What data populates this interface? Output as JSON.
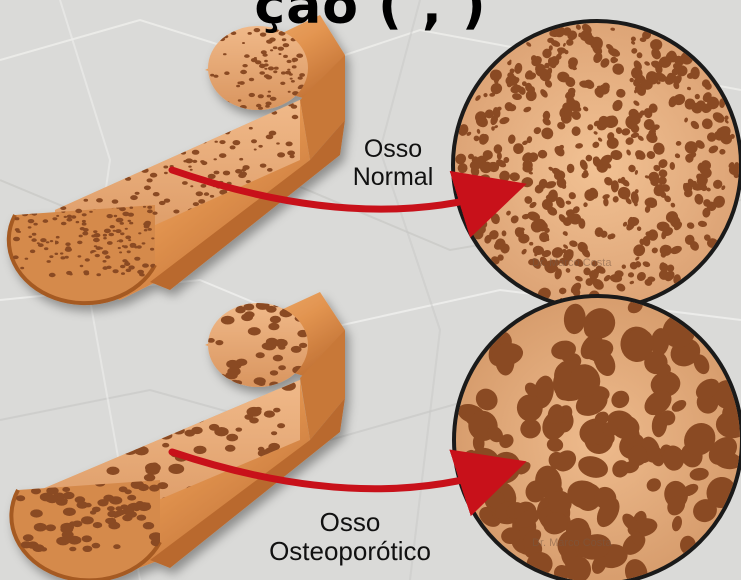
{
  "title_fragment": "ção (    ,     )",
  "normal": {
    "label_line1": "Osso",
    "label_line2": "Normal",
    "watermark": "Dr. Marco Costa"
  },
  "osteoporotic": {
    "label_line1": "Osso",
    "label_line2": "Osteoporótico",
    "watermark": "Dr. Marco Costa"
  },
  "colors": {
    "bone_face": "#e1a06a",
    "bone_shaft": "#e59a55",
    "bone_dark": "#b9692e",
    "pore": "#8a4a23",
    "arrow": "#c8111a",
    "background": "#d9d9d7"
  }
}
